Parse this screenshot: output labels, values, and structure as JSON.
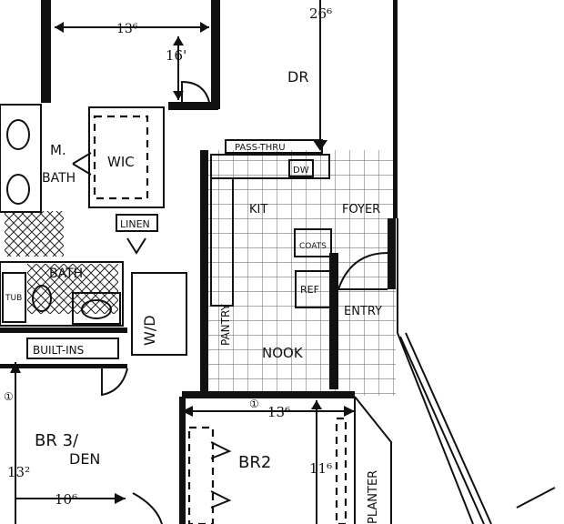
{
  "rooms": {
    "dining": "DR",
    "master_bath": "M.",
    "master_bath_2": "BATH",
    "wic": "WIC",
    "linen": "LINEN",
    "bath": "BATH",
    "tub": "TUB",
    "builtins": "BUILT-INS",
    "washer_dryer": "W/D",
    "pantry": "PANTRY",
    "kitchen": "KIT",
    "foyer": "FOYER",
    "coats": "COATS",
    "refrigerator": "REF",
    "entry": "ENTRY",
    "nook": "NOOK",
    "bedroom3": "BR 3/",
    "den": "DEN",
    "bedroom2": "BR2",
    "planter": "PLANTER",
    "pass_thru": "PASS-THRU",
    "dishwasher": "DW"
  },
  "dimensions": {
    "top_width": "13⁶",
    "top_depth": "16'",
    "dr_depth": "26⁶",
    "br2_width": "13⁶",
    "br2_depth": "11⁶",
    "br3_depth": "13²",
    "br3_width": "10⁶"
  }
}
